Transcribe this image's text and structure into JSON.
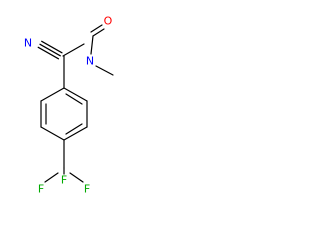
{
  "molecule": {
    "atoms": {
      "nitrile_n": {
        "symbol": "N",
        "color": "#0000ff"
      },
      "amide_n": {
        "symbol": "N",
        "color": "#0000ff"
      },
      "carbonyl_o": {
        "symbol": "O",
        "color": "#ff0000"
      },
      "fluorine_top": {
        "symbol": "F",
        "color": "#00aa00"
      },
      "fluorine_left": {
        "symbol": "F",
        "color": "#00aa00"
      },
      "fluorine_right": {
        "symbol": "F",
        "color": "#00aa00"
      }
    },
    "bond_color": "#000000"
  }
}
